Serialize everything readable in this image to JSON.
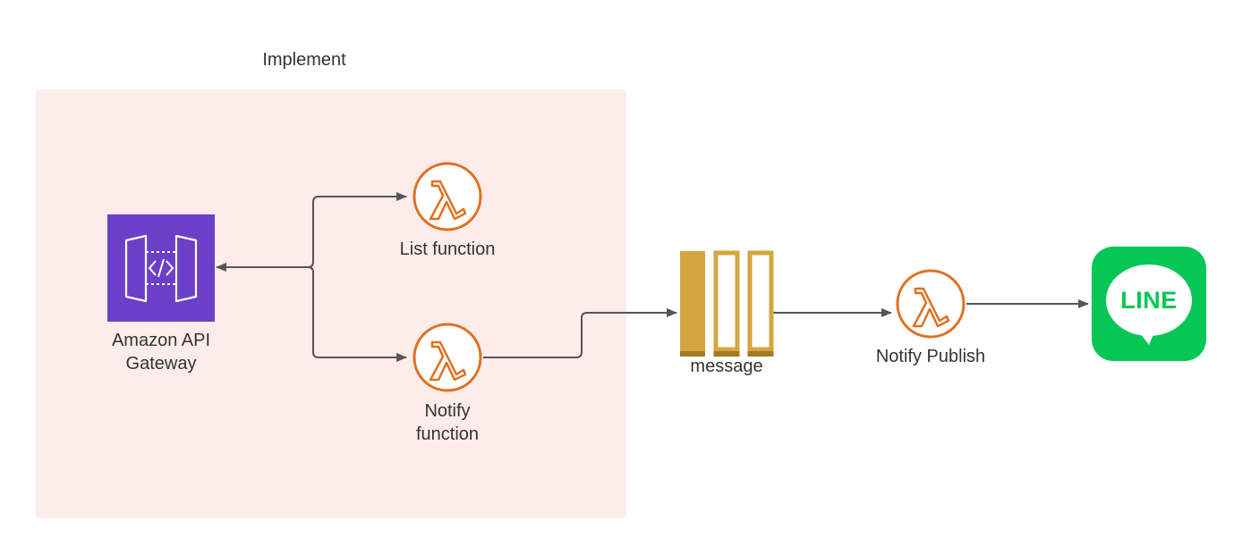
{
  "group": {
    "title": "Implement"
  },
  "nodes": {
    "api_gateway": {
      "label": "Amazon API\nGateway",
      "icon": "api-gateway-icon",
      "color": "#6b3fc8"
    },
    "list_function": {
      "label": "List function",
      "icon": "lambda-icon",
      "color": "#e07020"
    },
    "notify_function": {
      "label": "Notify\nfunction",
      "icon": "lambda-icon",
      "color": "#e07020"
    },
    "message_queue": {
      "label": "message",
      "icon": "sqs-queue-icon",
      "color": "#d4a640"
    },
    "notify_publish": {
      "label": "Notify Publish",
      "icon": "lambda-icon",
      "color": "#e07020"
    },
    "line": {
      "label": "LINE",
      "icon": "line-logo-icon",
      "color": "#06c755"
    }
  },
  "colors": {
    "group_background": "#fdecea",
    "connector": "#555555"
  }
}
